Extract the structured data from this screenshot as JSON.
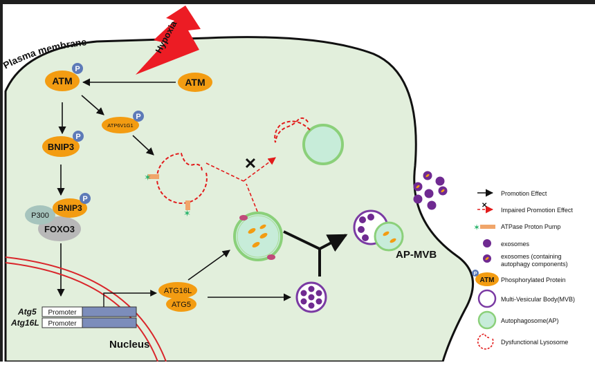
{
  "colors": {
    "cell_fill": "#e2efdc",
    "protein": "#f39c12",
    "phospho": "#5d7ab8",
    "mvb": "#7a3aa3",
    "vesicle": "#6f2a91",
    "ap_fill": "#c7ecd9",
    "ap_ring": "#8bd07a",
    "lysosome": "#e21b1b",
    "hypoxia": "#ec1c24",
    "nucleus": "#d9262b",
    "gene_box": "#7c8dbb",
    "p300": "#a6c4bd",
    "foxo3": "#b8b8b8",
    "pump_star": "#29b36b",
    "pump_bar": "#f0a56a"
  },
  "labels": {
    "plasma_membrane": "Plasma membrane",
    "hypoxia": "Hypoxia",
    "atm": "ATM",
    "atm_phospho": "ATM",
    "phospho_badge": "P",
    "atp6v1g1": "ATP6V1G1",
    "bnip3": "BNIP3",
    "bnip3_complex": "BNIP3",
    "p300": "P300",
    "foxo3": "FOXO3",
    "atg16l_protein": "ATG16L",
    "atg5_protein": "ATG5",
    "atg5_gene": "Atg5",
    "atg16l_gene": "Atg16L",
    "promoter": "Promoter",
    "nucleus": "Nucleus",
    "ap_mvb": "AP-MVB",
    "cross": "✕"
  },
  "legend": [
    {
      "key": "promotion",
      "text": "Promotion Effect"
    },
    {
      "key": "impaired",
      "text": "Impaired Promotion Effect"
    },
    {
      "key": "pump",
      "text": "ATPase Proton Pump"
    },
    {
      "key": "exosome",
      "text": "exosomes"
    },
    {
      "key": "exosome_auto",
      "text": "exosomes (containing autophagy components)"
    },
    {
      "key": "phospho",
      "text": "Phosphorylated Protein",
      "badge": "ATM"
    },
    {
      "key": "mvb",
      "text": "Multi-Vesicular Body(MVB)"
    },
    {
      "key": "ap",
      "text": "Autophagosome(AP)"
    },
    {
      "key": "lyso",
      "text": "Dysfunctional Lysosome"
    }
  ]
}
